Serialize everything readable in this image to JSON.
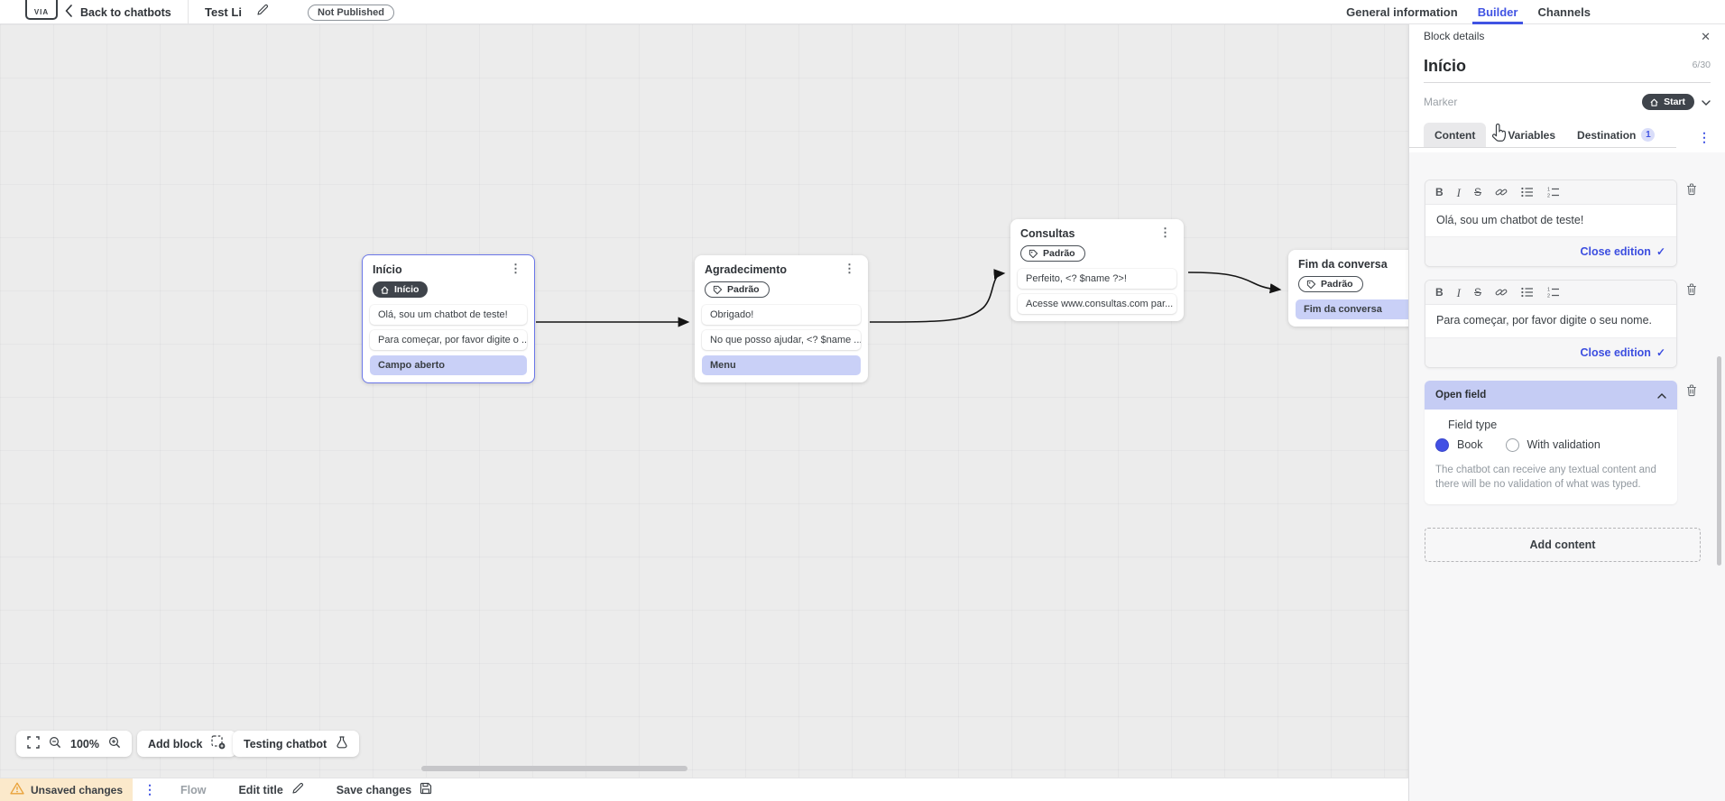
{
  "topbar": {
    "back_label": "Back to chatbots",
    "title": "Test Li",
    "status_badge": "Not Published",
    "tabs": [
      {
        "label": "General information"
      },
      {
        "label": "Builder"
      },
      {
        "label": "Channels"
      }
    ]
  },
  "canvas": {
    "blocks": [
      {
        "title": "Início",
        "chip": "Início",
        "items": [
          "Olá, sou um chatbot de teste!",
          "Para começar, por favor digite o ...",
          "Campo aberto"
        ]
      },
      {
        "title": "Agradecimento",
        "chip": "Padrão",
        "items": [
          "Obrigado!",
          "No que posso ajudar, <? $name ...",
          "Menu"
        ]
      },
      {
        "title": "Consultas",
        "chip": "Padrão",
        "items": [
          "Perfeito, <? $name ?>!",
          "Acesse www.consultas.com par..."
        ]
      },
      {
        "title": "Fim da conversa",
        "chip": "Padrão",
        "items": [
          "Fim da conversa"
        ]
      }
    ],
    "controls": {
      "zoom_level": "100%",
      "add_block": "Add block",
      "testing": "Testing chatbot"
    }
  },
  "panel": {
    "header": "Block details",
    "block_title": "Início",
    "title_counter": "6/30",
    "marker_label": "Marker",
    "marker_value": "Start",
    "tabs": {
      "content": "Content",
      "variables": "Variables",
      "destination": "Destination",
      "destination_badge": "1"
    },
    "editors": [
      {
        "text": "Olá, sou um chatbot de teste!",
        "close_label": "Close edition"
      },
      {
        "text": "Para começar, por favor digite o seu nome.",
        "close_label": "Close edition"
      }
    ],
    "open_field": {
      "title": "Open field",
      "field_type_label": "Field type",
      "option_book": "Book",
      "option_validation": "With validation",
      "description": "The chatbot can receive any textual content and there will be no validation of what was typed."
    },
    "add_content_label": "Add content"
  },
  "bottombar": {
    "unsaved": "Unsaved changes",
    "flow": "Flow",
    "edit_title": "Edit title",
    "save": "Save changes"
  },
  "colors": {
    "accent": "#4053e3",
    "accent_soft": "#c9d0f7",
    "chip_dark": "#3f444b",
    "selection_border": "#6b77e8",
    "warning_bg": "#fbe9cb",
    "warning_icon": "#e9a23b",
    "canvas_bg": "#ececec"
  }
}
